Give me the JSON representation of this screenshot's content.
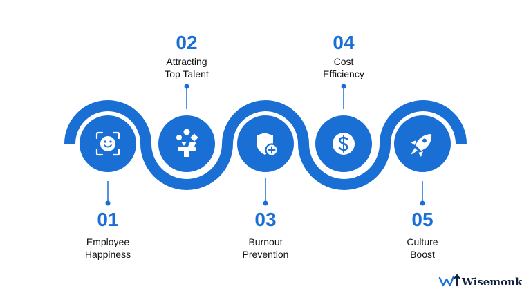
{
  "steps": [
    {
      "number": "01",
      "line1": "Employee",
      "line2": "Happiness",
      "icon": "smiley-face-icon"
    },
    {
      "number": "02",
      "line1": "Attracting",
      "line2": "Top Talent",
      "icon": "talent-shapes-icon"
    },
    {
      "number": "03",
      "line1": "Burnout",
      "line2": "Prevention",
      "icon": "shield-plus-icon"
    },
    {
      "number": "04",
      "line1": "Cost",
      "line2": "Efficiency",
      "icon": "dollar-coin-icon"
    },
    {
      "number": "05",
      "line1": "Culture",
      "line2": "Boost",
      "icon": "rocket-icon"
    }
  ],
  "brand": {
    "name": "Wisemonk",
    "icon": "wisemonk-logo-icon"
  },
  "colors": {
    "primary": "#1a6fd4",
    "text": "#111111",
    "brand_text": "#0f1f3d"
  }
}
